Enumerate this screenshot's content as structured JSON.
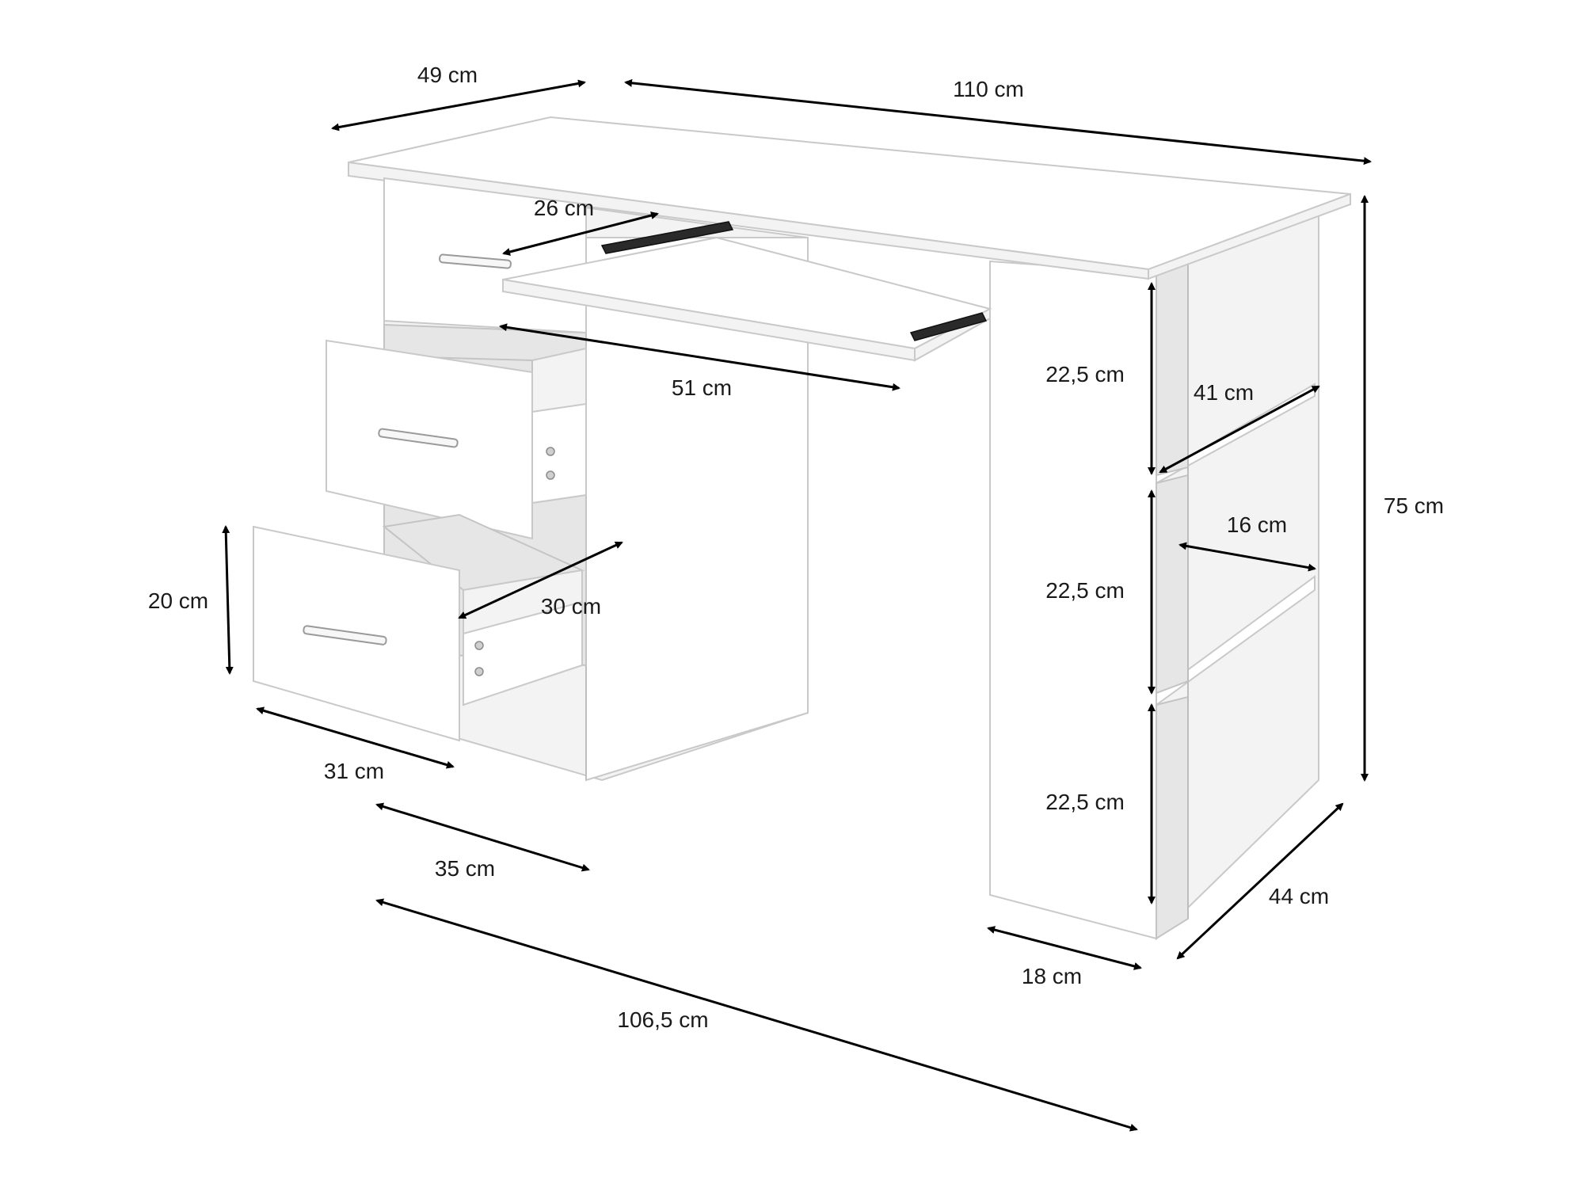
{
  "dimensions": {
    "top_depth": "49 cm",
    "top_width": "110 cm",
    "keyboard_shelf_depth": "26 cm",
    "keyboard_shelf_width": "51 cm",
    "shelf_height_top": "22,5 cm",
    "shelf_depth": "41 cm",
    "total_height": "75 cm",
    "shelf_inner_width": "16 cm",
    "shelf_height_middle": "22,5 cm",
    "drawer_height": "20 cm",
    "drawer_inner_depth": "30 cm",
    "shelf_height_bottom": "22,5 cm",
    "drawer_width": "31 cm",
    "drawer_unit_width": "35 cm",
    "side_depth": "44 cm",
    "side_width": "18 cm",
    "leg_span": "106,5 cm"
  }
}
